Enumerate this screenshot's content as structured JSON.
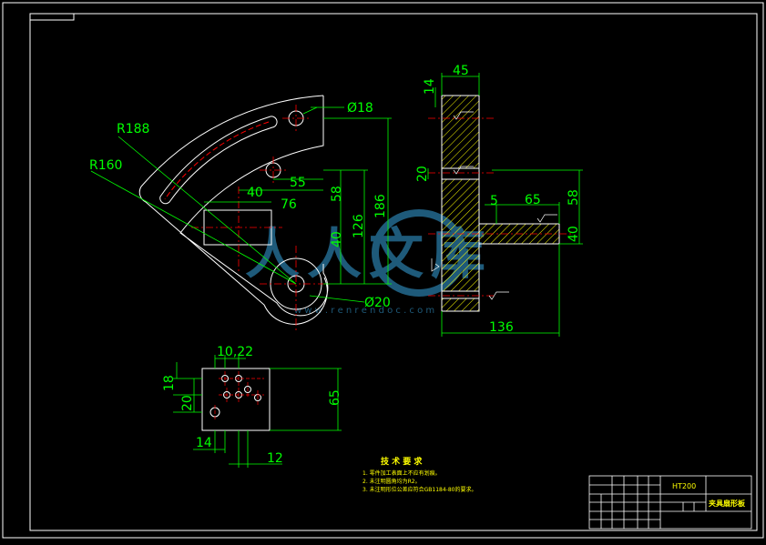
{
  "drawing": {
    "colors": {
      "background": "#000000",
      "frame": "#ffffff",
      "dimension": "#00ff00",
      "part": "#ffffff",
      "centerline": "#ff0000",
      "hatch": "#ffff00",
      "note": "#ffff00",
      "watermark": "#1e5a7a"
    },
    "dims": {
      "d45": "45",
      "d14": "14",
      "d18": "Ø18",
      "r188": "R188",
      "r160": "R160",
      "d55": "55",
      "d40": "40",
      "d58a": "58",
      "d76": "76",
      "d126": "126",
      "d186": "186",
      "d40v": "40",
      "d20b": "Ø20",
      "d20": "20",
      "d5": "5",
      "d65": "65",
      "d58b": "58",
      "d40b": "40",
      "d136": "136",
      "d1022": "10,22",
      "d18v": "18",
      "d20v": "20",
      "d65v": "65",
      "d14h": "14",
      "d12": "12"
    },
    "notes": {
      "title": "技 术 要 求",
      "lines": [
        "1. 零件加工表面上不应有划痕。",
        "2. 未注明圆角均为R2。",
        "3. 未注明形位公差应符合GB1184-80的要求。"
      ]
    },
    "title_block": {
      "material": "HT200",
      "part_name": "夹具扇形板"
    },
    "watermark": {
      "logo_text": "人人文库",
      "url": "w w w . r e n r e n d o c . c o m"
    }
  }
}
